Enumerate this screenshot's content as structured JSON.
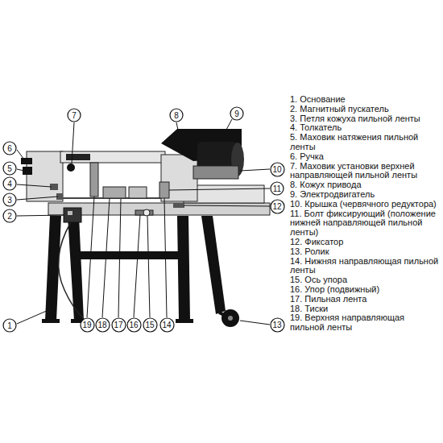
{
  "diagram": {
    "nodes": [
      {
        "text": [
          "7"
        ]
      },
      {
        "text": [
          "8"
        ]
      },
      {
        "text": [
          "9"
        ]
      },
      {
        "text": [
          "6"
        ]
      },
      {
        "text": [
          "5"
        ]
      },
      {
        "text": [
          "10"
        ]
      },
      {
        "text": [
          "4"
        ]
      },
      {
        "text": [
          "11"
        ]
      },
      {
        "text": [
          "3"
        ]
      },
      {
        "text": [
          "2"
        ]
      },
      {
        "text": [
          "12"
        ]
      },
      {
        "text": [
          "1"
        ]
      },
      {
        "text": [
          "19"
        ]
      },
      {
        "text": [
          "18"
        ]
      },
      {
        "text": [
          "17"
        ]
      },
      {
        "text": [
          "16"
        ]
      },
      {
        "text": [
          "15"
        ]
      },
      {
        "text": [
          "14"
        ]
      },
      {
        "text": [
          "13"
        ]
      }
    ],
    "labels": [
      "1. Основание",
      "2. Магнитный пускатель",
      "3. Петля кожуха пильной ленты",
      "4. Толкатель",
      "5. Маховик натяжения пильной ленты",
      "6. Ручка",
      "7. Маховик установки верхней направляющей пильной ленты",
      "8. Кожух привода",
      "9. Электродвигатель",
      "10. Крышка (червячного редуктора)",
      "11. Болт фиксирующий (положение нижней направляющей пильной ленты)",
      "12. Фиксатор",
      "13. Ролик",
      "14. Нижняя направляющая пильной ленты",
      "15. Ось упора",
      "16. Упор (подвижный)",
      "17. Пильная лента",
      "18. Тиски",
      "19. Верхняя направляющая пильной ленты"
    ]
  }
}
